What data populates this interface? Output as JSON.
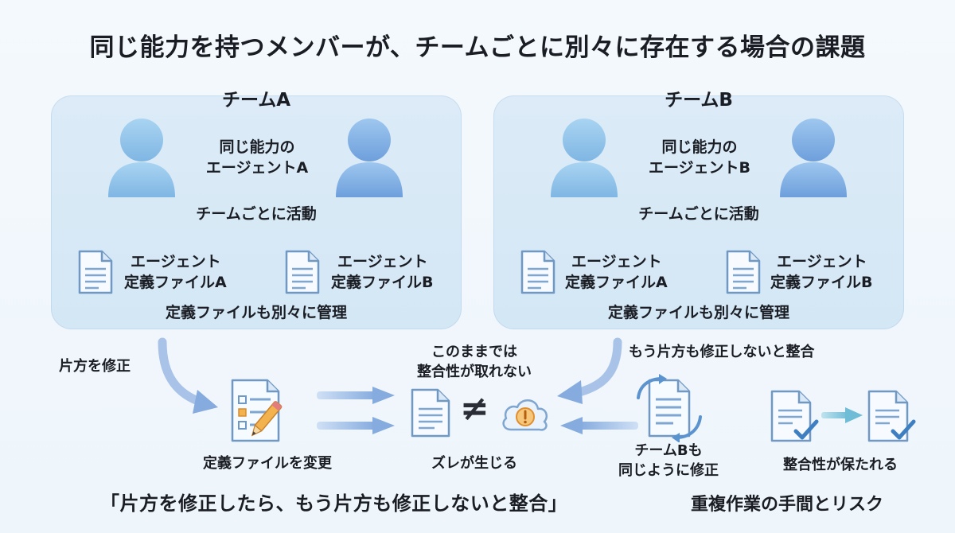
{
  "title": "同じ能力を持つメンバーが、チームごとに別々に存在する場合の課題",
  "team_a": {
    "label": "チームA",
    "agent_line1": "同じ能力の",
    "agent_line2": "エージェントA",
    "activity": "チームごとに活動",
    "file_a_line1": "エージェント",
    "file_a_line2": "定義ファイルA",
    "file_b_line1": "エージェント",
    "file_b_line2": "定義ファイルB",
    "manage": "定義ファイルも別々に管理"
  },
  "team_b": {
    "label": "チームB",
    "agent_line1": "同じ能力の",
    "agent_line2": "エージェントB",
    "activity": "チームごとに活動",
    "file_a_line1": "エージェント",
    "file_a_line2": "定義ファイルA",
    "file_b_line1": "エージェント",
    "file_b_line2": "定義ファイルB",
    "manage": "定義ファイルも別々に管理"
  },
  "flow": {
    "modify_one": "片方を修正",
    "change_file": "定義ファイルを変更",
    "inconsistent_line1": "このままでは",
    "inconsistent_line2": "整合性が取れない",
    "not_equal": "≠",
    "mismatch": "ズレが生じる",
    "modify_other": "もう片方も修正しないと整合",
    "team_b_line1": "チームBも",
    "team_b_line2": "同じように修正",
    "consistent": "整合性が保たれる"
  },
  "footer": {
    "quote": "「片方を修正したら、もう片方も修正しないと整合」",
    "risk": "重複作業の手間とリスク"
  },
  "colors": {
    "panel": "#d8e9f6",
    "person": "#8fc3ea",
    "doc_stroke": "#6f98c4",
    "arrow": "#8fb3e0",
    "warning": "#f0a04a",
    "check": "#3e7fc2",
    "pencil": "#f2b24d"
  },
  "icons": [
    "person-icon",
    "document-icon",
    "edit-document-icon",
    "warning-cloud-icon",
    "sync-document-icon",
    "check-document-icon",
    "arrow-icon"
  ]
}
